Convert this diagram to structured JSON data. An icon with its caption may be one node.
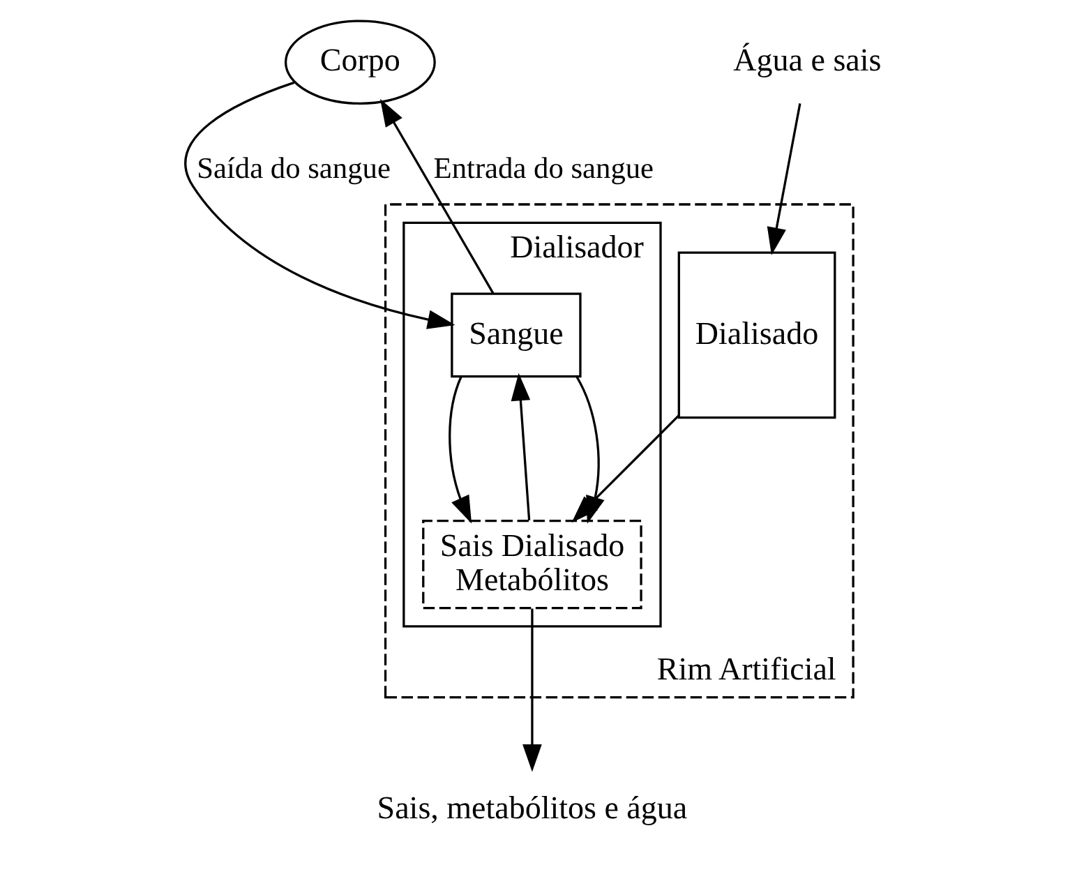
{
  "diagram": {
    "nodes": [
      {
        "text": [
          "Corpo"
        ]
      },
      {
        "text": [
          "Rim Artificial"
        ]
      },
      {
        "text": [
          "Dialisador"
        ],
        "in": 1
      },
      {
        "text": [
          "Sangue"
        ],
        "in": 2
      },
      {
        "text": [
          "Sais Dialisado",
          "Metabólitos"
        ],
        "in": 2
      },
      {
        "text": [
          "Dialisado"
        ],
        "in": 1
      },
      {
        "text": [
          "Sais, metabólitos e água"
        ]
      },
      {
        "text": [
          "Água e sais"
        ]
      }
    ],
    "edges": [
      {
        "from": 0,
        "to": 3,
        "arrow": "to",
        "label": "Saída do sangue"
      },
      {
        "from": 3,
        "to": 0,
        "arrow": "to",
        "label": "Entrada do sangue"
      },
      {
        "from": 4,
        "to": 3,
        "arrow": "to"
      },
      {
        "from": 3,
        "to": 4,
        "arrow": "to"
      },
      {
        "from": 3,
        "to": 4,
        "arrow": "to"
      },
      {
        "from": 5,
        "to": 4,
        "arrow": "to"
      },
      {
        "from": 7,
        "to": 5,
        "arrow": "to"
      },
      {
        "from": 4,
        "to": 6,
        "arrow": "to"
      }
    ]
  }
}
